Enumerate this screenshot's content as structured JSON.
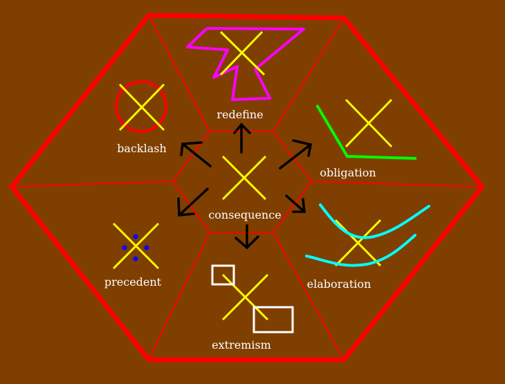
{
  "colors": {
    "background": "#7f3f00",
    "frame": "#ff0000",
    "cross": "#ffff00",
    "arrow": "#000000",
    "magenta": "#ff00ff",
    "green": "#00ff00",
    "cyan": "#00ffff",
    "blue": "#0000ff",
    "white": "#ffffff"
  },
  "labels": {
    "center": "consequence",
    "top": "redefine",
    "top_left": "backlash",
    "top_right": "obligation",
    "bottom_left": "precedent",
    "bottom_right": "elaboration",
    "bottom": "extremism"
  }
}
